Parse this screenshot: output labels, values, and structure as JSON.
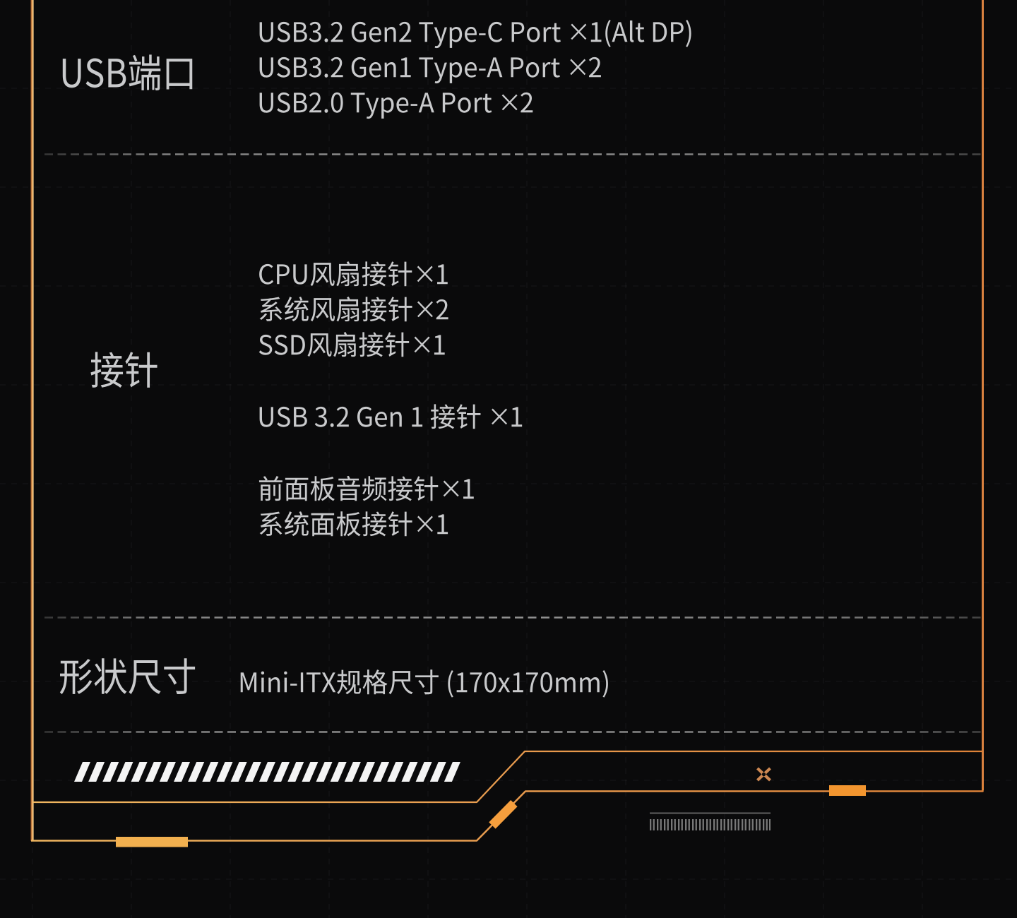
{
  "page": {
    "background": "#0a0a0b",
    "accent_orange": "#ef9c42",
    "text_color": "#c9cacc",
    "divider_color": "#8d8d8d"
  },
  "spec_table": {
    "rows": [
      {
        "label": "USB端口",
        "values": [
          "USB3.2 Gen2 Type-C Port ×1(Alt DP)",
          "USB3.2 Gen1 Type-A Port ×2",
          "USB2.0 Type-A Port ×2"
        ]
      },
      {
        "label": "接针",
        "values": [
          "CPU风扇接针×1",
          "系统风扇接针×2",
          "SSD风扇接针×1",
          "USB 3.2 Gen 1 接针 ×1",
          "前面板音频接针×1",
          "系统面板接针×1"
        ]
      },
      {
        "label": "形状尺寸",
        "values": [
          "Mini-ITX规格尺寸 (170x170mm)"
        ]
      }
    ]
  },
  "decor": {
    "stripes": {
      "count": 27,
      "color": "#f4f4f4"
    },
    "frame_color": "#e89a4e",
    "left_bar_color": "#f2b04f",
    "right_bar_color": "#f2952f",
    "notch_color": "#f59e3d",
    "x_marker_color": "#c8803f",
    "barcode_color": "#787878"
  }
}
